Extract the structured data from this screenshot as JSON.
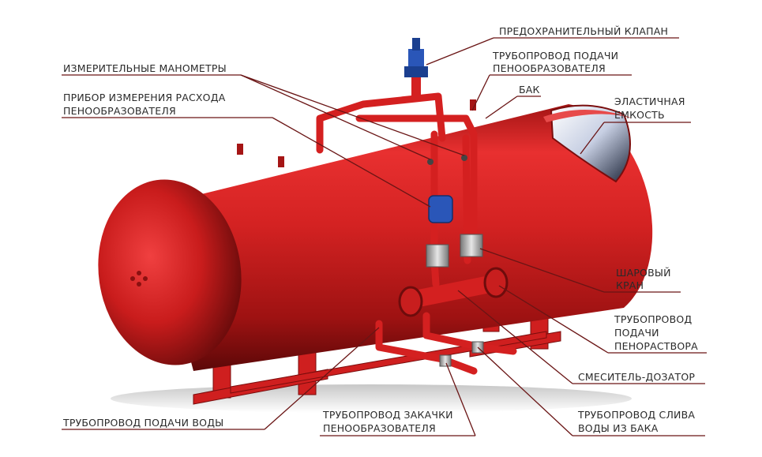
{
  "colors": {
    "tank": "#c81e1e",
    "tank_dark": "#6e0c0c",
    "pipe": "#d42020",
    "leader": "#6a1515",
    "label_text": "#2a2a2a",
    "valve_blue": "#2a56b8",
    "metal": "#b9b9b9"
  },
  "labels": {
    "safety_valve": [
      "ПРЕДОХРАНИТЕЛЬНЫЙ КЛАПАН"
    ],
    "foam_supply_pipe": [
      "ТРУБОПРОВОД ПОДАЧИ",
      "ПЕНООБРАЗОВАТЕЛЯ"
    ],
    "tank": [
      "БАК"
    ],
    "elastic_container": [
      "ЭЛАСТИЧНАЯ",
      "ЕМКОСТЬ"
    ],
    "pressure_gauges": [
      "ИЗМЕРИТЕЛЬНЫЕ МАНОМЕТРЫ"
    ],
    "flow_meter": [
      "ПРИБОР ИЗМЕРЕНИЯ РАСХОДА",
      "ПЕНООБРАЗОВАТЕЛЯ"
    ],
    "ball_valve": [
      "ШАРОВЫЙ",
      "КРАН"
    ],
    "foam_solution_pipe": [
      "ТРУБОПРОВОД",
      "ПОДАЧИ",
      "ПЕНОРАСТВОРА"
    ],
    "mixer_doser": [
      "СМЕСИТЕЛЬ-ДОЗАТОР"
    ],
    "water_supply_pipe": [
      "ТРУБОПРОВОД ПОДАЧИ ВОДЫ"
    ],
    "foam_injection_pipe": [
      "ТРУБОПРОВОД ЗАКАЧКИ",
      "ПЕНООБРАЗОВАТЕЛЯ"
    ],
    "tank_drain_pipe": [
      "ТРУБОПРОВОД СЛИВА",
      "ВОДЫ ИЗ БАКА"
    ]
  }
}
